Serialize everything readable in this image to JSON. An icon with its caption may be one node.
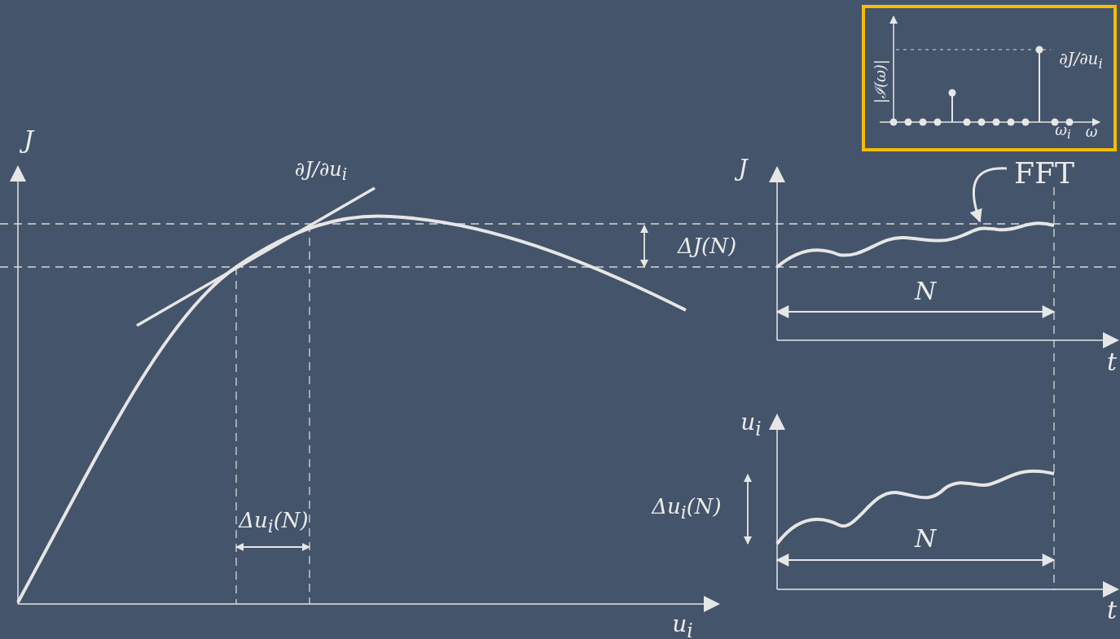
{
  "diagram": {
    "nodes": [
      {
        "text": [
          "FFT"
        ]
      },
      {
        "text": [],
        "shape": "curve"
      }
    ],
    "edges": [
      {
        "from": 0,
        "to": 1,
        "arrow": "to"
      }
    ],
    "labels": [
      "|ℐ(ω)|",
      "∂J/∂u$_{i}$",
      "ω$_{i}$",
      "ω",
      "J",
      "∂J/∂u$_{i}$",
      "J",
      "ΔJ(N)",
      "N",
      "t",
      "u$_{i}$",
      "Δu$_{i}$(N)",
      "N",
      "Δu$_{i}$(N)",
      "u$_{i}$",
      "t"
    ]
  }
}
